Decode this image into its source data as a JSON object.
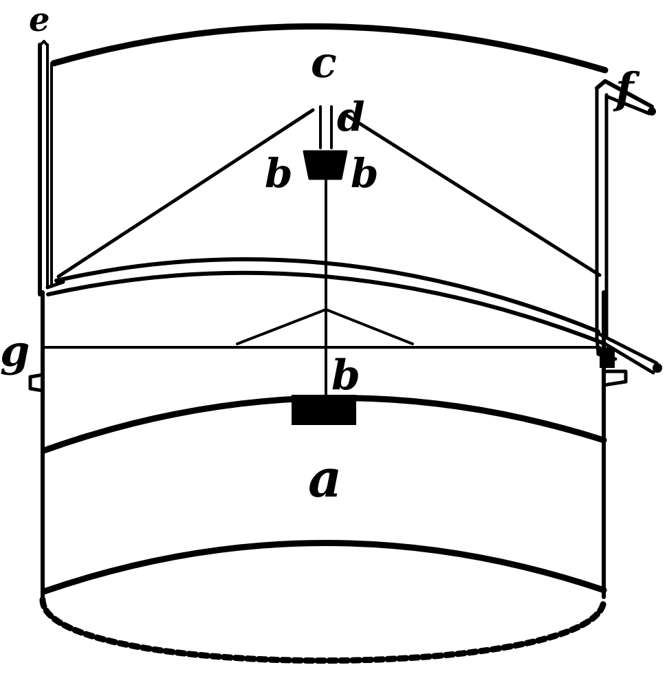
{
  "colors": {
    "ink": "#000000",
    "paper": "#ffffff"
  },
  "labels": {
    "e": "e",
    "c": "c",
    "d": "d",
    "f": "f",
    "b_left": "b",
    "b_right": "b",
    "g": "g",
    "b_lower": "b",
    "a": "a"
  }
}
